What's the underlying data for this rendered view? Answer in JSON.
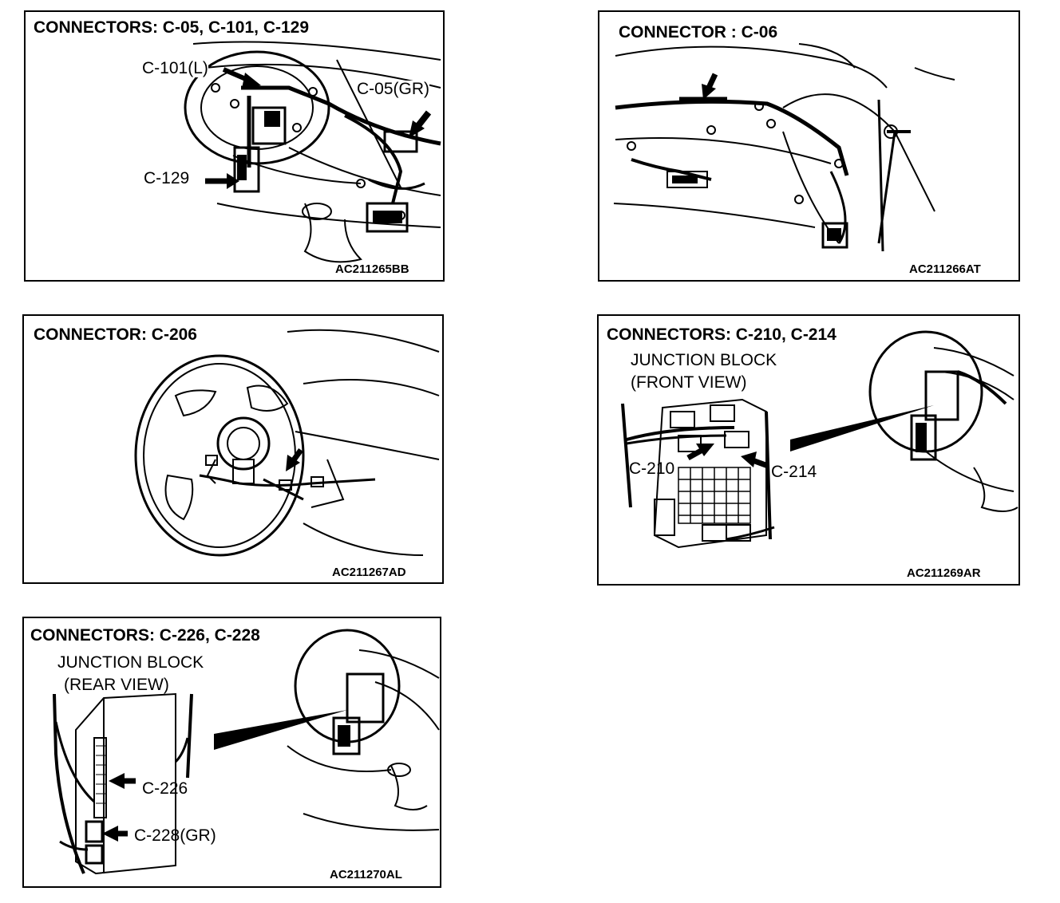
{
  "panels": [
    {
      "title": "CONNECTORS: C-05, C-101, C-129",
      "code": "AC211265BB",
      "labels": [
        "C-101(L)",
        "C-05(GR)",
        "C-129"
      ]
    },
    {
      "title": "CONNECTOR : C-06",
      "code": "AC211266AT"
    },
    {
      "title": "CONNECTOR: C-206",
      "code": "AC211267AD"
    },
    {
      "title": "CONNECTORS: C-210, C-214",
      "code": "AC211269AR",
      "block_line1": "JUNCTION BLOCK",
      "block_line2": "(FRONT VIEW)",
      "labels": [
        "C-210",
        "C-214"
      ]
    },
    {
      "title": "CONNECTORS: C-226, C-228",
      "code": "AC211270AL",
      "block_line1": "JUNCTION BLOCK",
      "block_line2": "(REAR VIEW)",
      "labels": [
        "C-226",
        "C-228(GR)"
      ]
    }
  ]
}
